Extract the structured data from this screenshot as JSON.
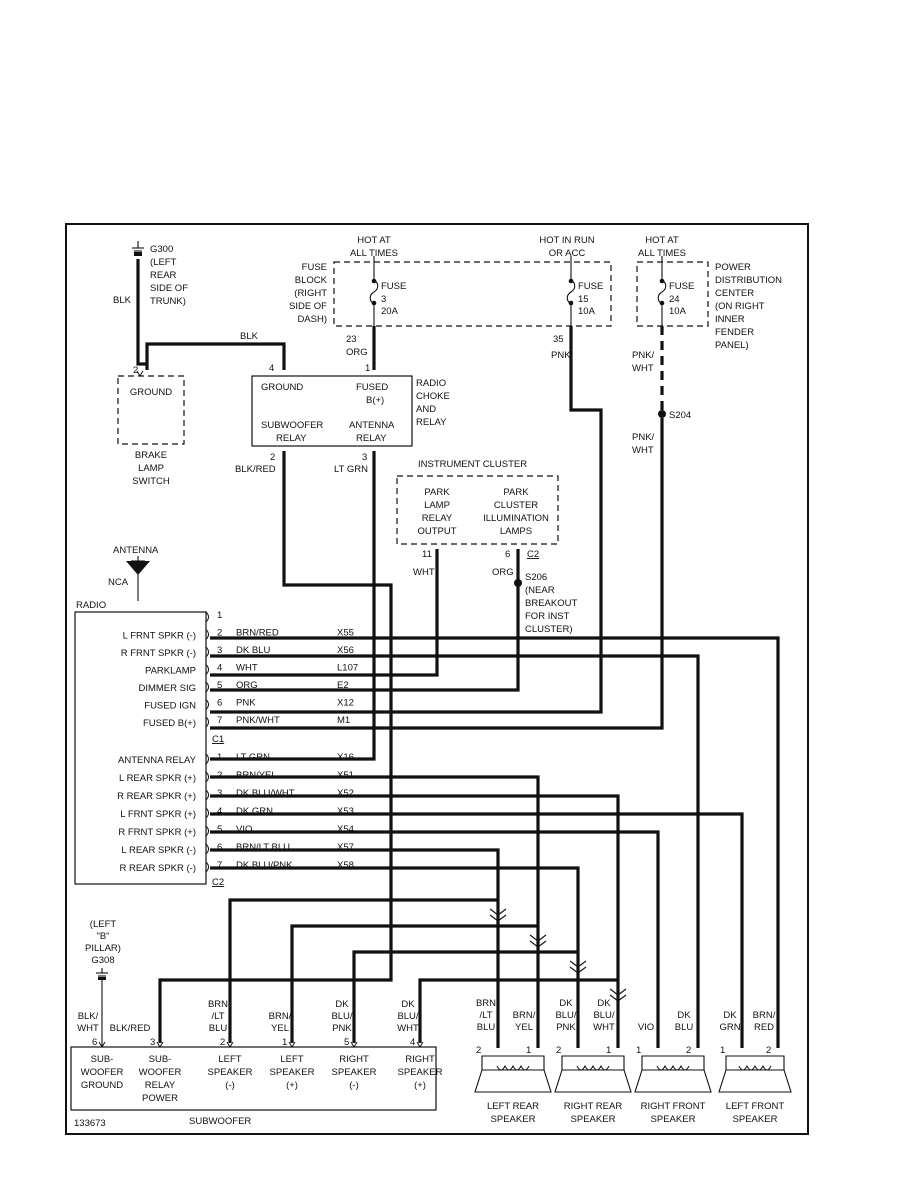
{
  "hot": {
    "fuse3": [
      "HOT AT",
      "ALL TIMES"
    ],
    "fuse15": [
      "HOT IN RUN",
      "OR ACC"
    ],
    "fuse24": [
      "HOT AT",
      "ALL TIMES"
    ]
  },
  "fuse_block": [
    "FUSE",
    "BLOCK",
    "(RIGHT",
    "SIDE OF",
    "DASH)"
  ],
  "pdc": [
    "POWER",
    "DISTRIBUTION",
    "CENTER",
    "(ON RIGHT",
    "INNER",
    "FENDER",
    "PANEL)"
  ],
  "fuses": [
    {
      "label": "FUSE",
      "num": "3",
      "amps": "20A"
    },
    {
      "label": "FUSE",
      "num": "15",
      "amps": "10A"
    },
    {
      "label": "FUSE",
      "num": "24",
      "amps": "10A"
    }
  ],
  "g300": [
    "G300",
    "(LEFT",
    "REAR",
    "SIDE OF",
    "TRUNK)"
  ],
  "g308": [
    "(LEFT",
    "\"B\"",
    "PILLAR)",
    "G308"
  ],
  "brake_switch": {
    "box": "GROUND",
    "name": [
      "BRAKE",
      "LAMP",
      "SWITCH"
    ],
    "pin": "2"
  },
  "relay": {
    "ground": "GROUND",
    "fused": "FUSED",
    "fused2": "B(+)",
    "sub": [
      "SUBWOOFER",
      "RELAY"
    ],
    "ant": [
      "ANTENNA",
      "RELAY"
    ],
    "name": [
      "RADIO",
      "CHOKE",
      "AND",
      "RELAY"
    ],
    "pins": {
      "ground": "4",
      "fused": "1",
      "sub": "2",
      "ant": "3"
    }
  },
  "cluster": {
    "title": "INSTRUMENT CLUSTER",
    "left": [
      "PARK",
      "LAMP",
      "RELAY",
      "OUTPUT"
    ],
    "right": [
      "PARK",
      "CLUSTER",
      "ILLUMINATION",
      "LAMPS"
    ],
    "pin11": "11",
    "pin6": "6",
    "conn": "C2"
  },
  "s206": [
    "S206",
    "(NEAR",
    "BREAKOUT",
    "FOR INST",
    "CLUSTER)"
  ],
  "s204": "S204",
  "antenna": {
    "label": "ANTENNA",
    "nca": "NCA"
  },
  "wires": {
    "blk_g300": "BLK",
    "blk_top": "BLK",
    "fuse3_pin": "23",
    "fuse3_color": "ORG",
    "fuse15_pin": "35",
    "fuse15_color": "PNK",
    "fuse24_color1": [
      "PNK/",
      "WHT"
    ],
    "fuse24_color2": [
      "PNK/",
      "WHT"
    ],
    "relay_sub_color": "BLK/RED",
    "relay_ant_color": "LT GRN",
    "cl_wht": "WHT",
    "cl_org": "ORG"
  },
  "radio": {
    "title": "RADIO",
    "c1_rows": [
      {
        "label": "",
        "pin": "1",
        "color": "",
        "circuit": ""
      },
      {
        "label": "L FRNT SPKR (-)",
        "pin": "2",
        "color": "BRN/RED",
        "circuit": "X55"
      },
      {
        "label": "R FRNT SPKR (-)",
        "pin": "3",
        "color": "DK BLU",
        "circuit": "X56"
      },
      {
        "label": "PARKLAMP",
        "pin": "4",
        "color": "WHT",
        "circuit": "L107"
      },
      {
        "label": "DIMMER SIG",
        "pin": "5",
        "color": "ORG",
        "circuit": "E2"
      },
      {
        "label": "FUSED IGN",
        "pin": "6",
        "color": "PNK",
        "circuit": "X12"
      },
      {
        "label": "FUSED B(+)",
        "pin": "7",
        "color": "PNK/WHT",
        "circuit": "M1"
      }
    ],
    "c1": "C1",
    "c2_rows": [
      {
        "label": "ANTENNA RELAY",
        "pin": "1",
        "color": "LT GRN",
        "circuit": "X16"
      },
      {
        "label": "L REAR SPKR (+)",
        "pin": "2",
        "color": "BRN/YEL",
        "circuit": "X51"
      },
      {
        "label": "R REAR SPKR (+)",
        "pin": "3",
        "color": "DK BLU/WHT",
        "circuit": "X52"
      },
      {
        "label": "L FRNT SPKR (+)",
        "pin": "4",
        "color": "DK GRN",
        "circuit": "X53"
      },
      {
        "label": "R FRNT SPKR (+)",
        "pin": "5",
        "color": "VIO",
        "circuit": "X54"
      },
      {
        "label": "L REAR SPKR (-)",
        "pin": "6",
        "color": "BRN/LT BLU",
        "circuit": "X57"
      },
      {
        "label": "R REAR SPKR (-)",
        "pin": "7",
        "color": "DK BLU/PNK",
        "circuit": "X58"
      }
    ],
    "c2": "C2"
  },
  "subwoofer": {
    "title": "SUBWOOFER",
    "cols": [
      {
        "pin": "6",
        "color": [
          "BLK/",
          "WHT"
        ],
        "label": [
          "SUB-",
          "WOOFER",
          "GROUND"
        ]
      },
      {
        "pin": "3",
        "color": [
          "BLK/RED"
        ],
        "label": [
          "SUB-",
          "WOOFER",
          "RELAY",
          "POWER"
        ]
      },
      {
        "pin": "2",
        "color": [
          "BRN",
          "/LT",
          "BLU"
        ],
        "label": [
          "LEFT",
          "SPEAKER",
          "(-)"
        ]
      },
      {
        "pin": "1",
        "color": [
          "BRN/",
          "YEL"
        ],
        "label": [
          "LEFT",
          "SPEAKER",
          "(+)"
        ]
      },
      {
        "pin": "5",
        "color": [
          "DK",
          "BLU/",
          "PNK"
        ],
        "label": [
          "RIGHT",
          "SPEAKER",
          "(-)"
        ]
      },
      {
        "pin": "4",
        "color": [
          "DK",
          "BLU/",
          "WHT"
        ],
        "label": [
          "RIGHT",
          "SPEAKER",
          "(+)"
        ]
      }
    ]
  },
  "speakers": [
    {
      "name": [
        "LEFT REAR",
        "SPEAKER"
      ],
      "pinL": "2",
      "pinR": "1",
      "colorL": [
        "BRN",
        "/LT",
        "BLU"
      ],
      "colorR": [
        "BRN/",
        "YEL"
      ]
    },
    {
      "name": [
        "RIGHT REAR",
        "SPEAKER"
      ],
      "pinL": "2",
      "pinR": "1",
      "colorL": [
        "DK",
        "BLU/",
        "PNK"
      ],
      "colorR": [
        "DK",
        "BLU/",
        "WHT"
      ]
    },
    {
      "name": [
        "RIGHT FRONT",
        "SPEAKER"
      ],
      "pinL": "1",
      "pinR": "2",
      "colorL": [
        "VIO"
      ],
      "colorR": [
        "DK",
        "BLU"
      ]
    },
    {
      "name": [
        "LEFT FRONT",
        "SPEAKER"
      ],
      "pinL": "1",
      "pinR": "2",
      "colorL": [
        "DK",
        "GRN"
      ],
      "colorR": [
        "BRN/",
        "RED"
      ]
    }
  ],
  "figure_id": "133673"
}
